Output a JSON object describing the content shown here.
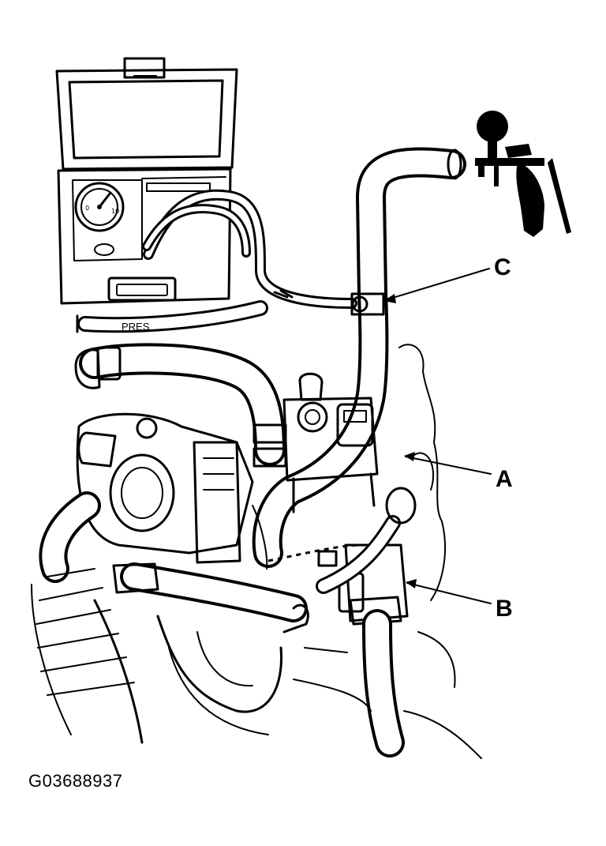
{
  "callouts": {
    "a": "A",
    "b": "B",
    "c": "C"
  },
  "hose_label": "PRES",
  "figure_id": "G03688937",
  "colors": {
    "ink": "#000000",
    "paper": "#ffffff"
  }
}
